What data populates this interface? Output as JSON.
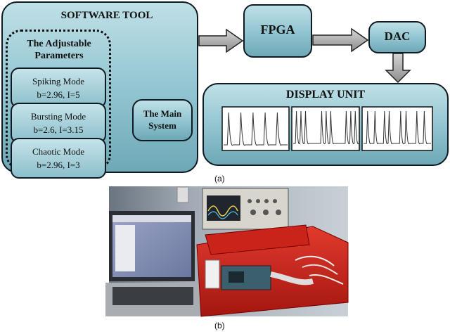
{
  "figure_a": {
    "software_tool": {
      "title": "SOFTWARE TOOL",
      "params_title_line1": "The Adjustable",
      "params_title_line2": "Parameters",
      "modes": [
        {
          "name": "Spiking Mode",
          "params": "b=2.96, I=5"
        },
        {
          "name": "Bursting Mode",
          "params": "b=2.6, I=3.15"
        },
        {
          "name": "Chaotic Mode",
          "params": "b=2.96, I=3"
        }
      ],
      "main_system_line1": "The Main",
      "main_system_line2": "System"
    },
    "fpga_label": "FPGA",
    "dac_label": "DAC",
    "display_unit_title": "DISPLAY UNIT",
    "caption": "(a)"
  },
  "figure_b": {
    "caption": "(b)"
  },
  "colors": {
    "box_fill": "#8fc3cf",
    "border": "#0f1a22",
    "arrow_fill": "#9a9a9a"
  }
}
